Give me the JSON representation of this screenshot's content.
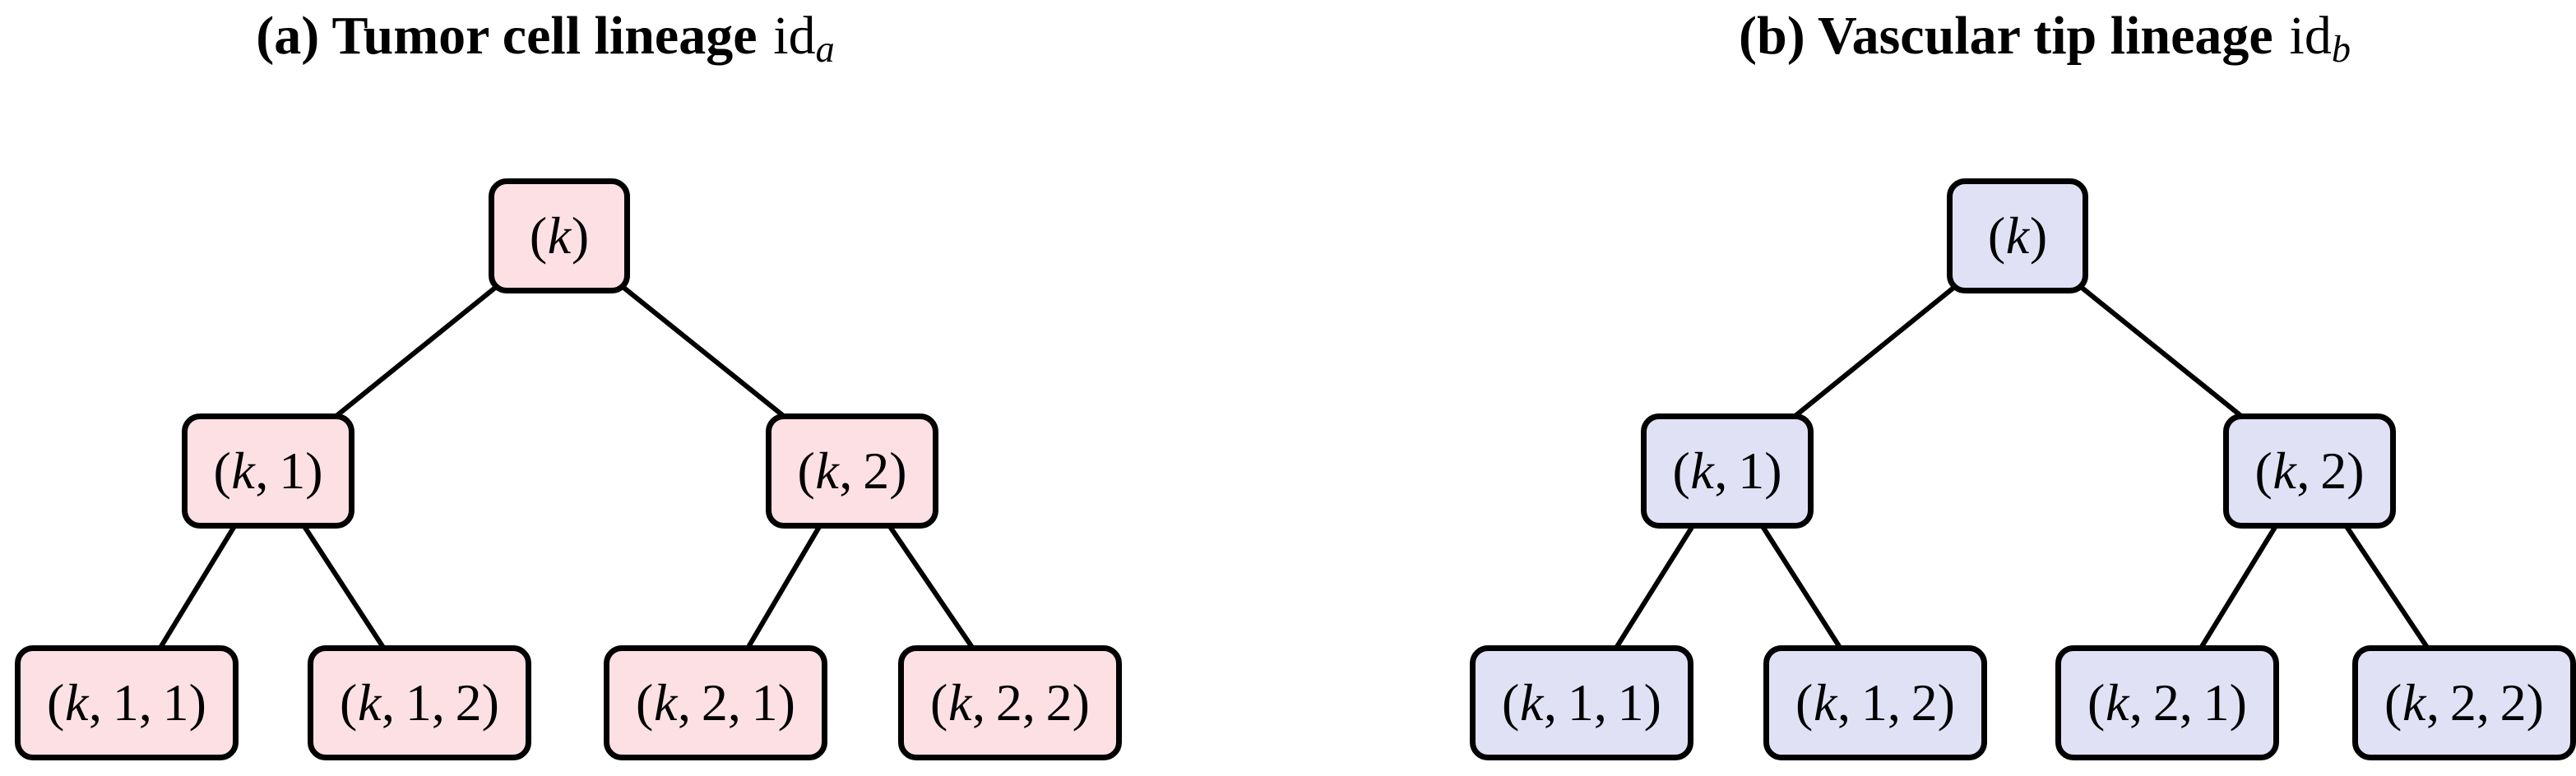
{
  "figure": {
    "panels": [
      {
        "id": "tumor",
        "title": {
          "bold": "(a) Tumor cell lineage",
          "roman": "id",
          "sub": "a"
        },
        "node_fill": "#fce0e4",
        "nodes": [
          {
            "name": "k",
            "open": "(",
            "var": "k",
            "rest": ")"
          },
          {
            "name": "k1",
            "open": "(",
            "var": "k",
            "rest": ", 1)"
          },
          {
            "name": "k2",
            "open": "(",
            "var": "k",
            "rest": ", 2)"
          },
          {
            "name": "k11",
            "open": "(",
            "var": "k",
            "rest": ", 1, 1)"
          },
          {
            "name": "k12",
            "open": "(",
            "var": "k",
            "rest": ", 1, 2)"
          },
          {
            "name": "k21",
            "open": "(",
            "var": "k",
            "rest": ", 2, 1)"
          },
          {
            "name": "k22",
            "open": "(",
            "var": "k",
            "rest": ", 2, 2)"
          }
        ],
        "edges": [
          [
            0,
            1
          ],
          [
            0,
            2
          ],
          [
            1,
            3
          ],
          [
            1,
            4
          ],
          [
            2,
            5
          ],
          [
            2,
            6
          ]
        ]
      },
      {
        "id": "vascular",
        "title": {
          "bold": "(b) Vascular tip lineage",
          "roman": "id",
          "sub": "b"
        },
        "node_fill": "#e1e1f6",
        "nodes": [
          {
            "name": "k",
            "open": "(",
            "var": "k",
            "rest": ")"
          },
          {
            "name": "k1",
            "open": "(",
            "var": "k",
            "rest": ", 1)"
          },
          {
            "name": "k2",
            "open": "(",
            "var": "k",
            "rest": ", 2)"
          },
          {
            "name": "k11",
            "open": "(",
            "var": "k",
            "rest": ", 1, 1)"
          },
          {
            "name": "k12",
            "open": "(",
            "var": "k",
            "rest": ", 1, 2)"
          },
          {
            "name": "k21",
            "open": "(",
            "var": "k",
            "rest": ", 2, 1)"
          },
          {
            "name": "k22",
            "open": "(",
            "var": "k",
            "rest": ", 2, 2)"
          }
        ],
        "edges": [
          [
            0,
            1
          ],
          [
            0,
            2
          ],
          [
            1,
            3
          ],
          [
            1,
            4
          ],
          [
            2,
            5
          ],
          [
            2,
            6
          ]
        ]
      }
    ],
    "colors": {
      "background": "#ffffff",
      "node_border": "#000000",
      "edge_line": "#000000",
      "tumor_fill": "#fce0e4",
      "vascular_fill": "#e1e1f6"
    }
  }
}
